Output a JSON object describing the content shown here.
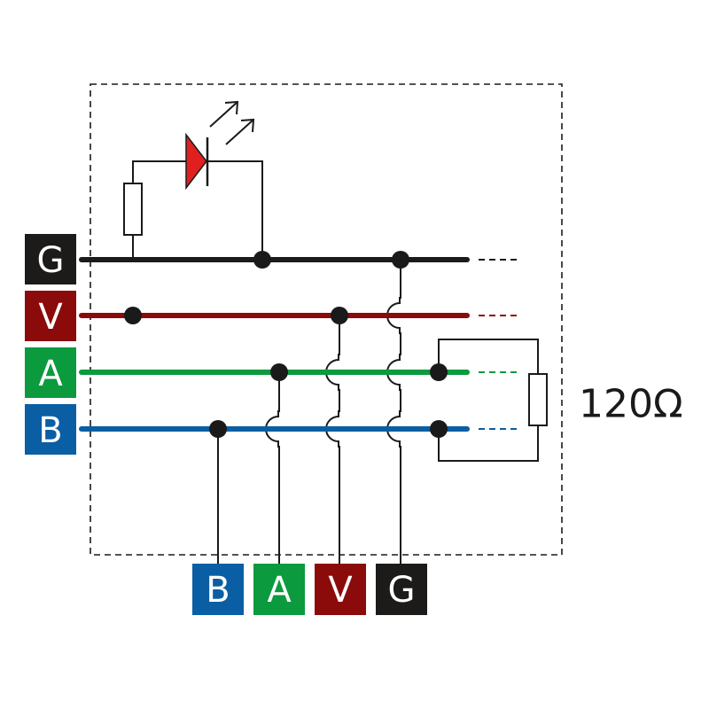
{
  "diagram": {
    "type": "bus wiring schematic (RS-485 style)",
    "colors": {
      "G": "#1d1a1a",
      "V": "#8b0a0a",
      "A": "#0b9a3e",
      "B": "#0a5ea4",
      "led": "#e02020",
      "wire": "#1a1a1a",
      "enclosure": "#1a1a1a"
    },
    "left_terminals": [
      {
        "id": "G",
        "label": "G"
      },
      {
        "id": "V",
        "label": "V"
      },
      {
        "id": "A",
        "label": "A"
      },
      {
        "id": "B",
        "label": "B"
      }
    ],
    "bottom_terminals": [
      {
        "id": "B",
        "label": "B"
      },
      {
        "id": "A",
        "label": "A"
      },
      {
        "id": "V",
        "label": "V"
      },
      {
        "id": "G",
        "label": "G"
      }
    ],
    "components": {
      "led": "LED indicator (light-emitting-diode-icon) with series resistor between V and G",
      "termination_resistor_label": "120Ω"
    },
    "termination_label": "120Ω"
  }
}
